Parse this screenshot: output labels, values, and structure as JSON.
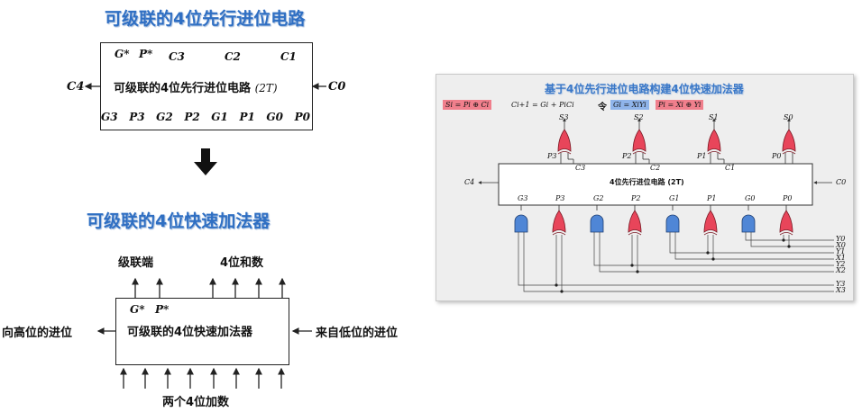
{
  "left": {
    "title_top": "可级联的4位先行进位电路",
    "top_block": {
      "label": "可级联的4位先行进位电路",
      "label_suffix": "(2T)",
      "c4": "C4",
      "c0": "C0",
      "top_outputs": [
        "G*",
        "P*",
        "C3",
        "C2",
        "C1"
      ],
      "bottom_inputs": [
        "G3",
        "P3",
        "G2",
        "P2",
        "G1",
        "P1",
        "G0",
        "P0"
      ]
    },
    "title_bottom": "可级联的4位快速加法器",
    "bottom_block": {
      "label": "可级联的4位快速加法器",
      "g_star": "G*",
      "p_star": "P*",
      "cascade_label": "级联端",
      "sum_label": "4位和数",
      "carry_out_label": "向高位的进位",
      "carry_in_label": "来自低位的进位",
      "inputs_label": "两个4位加数"
    }
  },
  "right": {
    "title": "基于4位先行进位电路构建4位快速加法器",
    "formula_s": "Si = Pi ⊕ Ci",
    "formula_c": "Ci+1 = Gi + PiCi",
    "ling": "令",
    "formula_g": "Gi = XiYi",
    "formula_p": "Pi = Xi ⊕ Yi",
    "block_label": "4位先行进位电路 (2T)",
    "c4": "C4",
    "c0": "C0",
    "sum_outputs": [
      "S3",
      "S2",
      "S1",
      "S0"
    ],
    "p_labels": [
      "P3",
      "P2",
      "P1",
      "P0"
    ],
    "c_labels": [
      "C3",
      "C2",
      "C1"
    ],
    "gp_inputs": [
      "G3",
      "P3",
      "G2",
      "P2",
      "G1",
      "P1",
      "G0",
      "P0"
    ],
    "xy_labels": [
      "Y0",
      "X0",
      "Y1",
      "X1",
      "Y2",
      "X2",
      "Y3",
      "X3"
    ]
  },
  "colors": {
    "title_blue": "#2f6fc3",
    "xor_red": "#e8455a",
    "and_blue": "#4f86d6",
    "highlight_red": "#f07f8c",
    "highlight_blue": "#8fb4ea"
  }
}
